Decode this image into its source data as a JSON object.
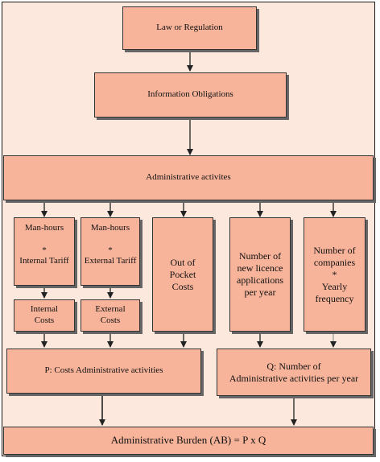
{
  "colors": {
    "box_fill": "#f8b49a",
    "background": "#fce8dc",
    "border": "#333333",
    "arrow": "#222222"
  },
  "nodes": {
    "law": "Law or Regulation",
    "info": "Information Obligations",
    "admin": "Administrative activites",
    "man_internal": "Man-hours\n\n*\nInternal Tariff",
    "man_external": "Man-hours\n\n*\nExternal Tariff",
    "out_pocket": "Out of\nPocket\nCosts",
    "licence": "Number of\nnew licence\napplications\nper year",
    "companies": "Number of\ncompanies\n*\nYearly\nfrequency",
    "internal_costs": "Internal\nCosts",
    "external_costs": "External\nCosts",
    "p_costs": "P: Costs Administrative activities",
    "q_number": "Q: Number of\nAdministrative activities per year",
    "burden": "Administrative Burden (AB) = P x Q"
  }
}
